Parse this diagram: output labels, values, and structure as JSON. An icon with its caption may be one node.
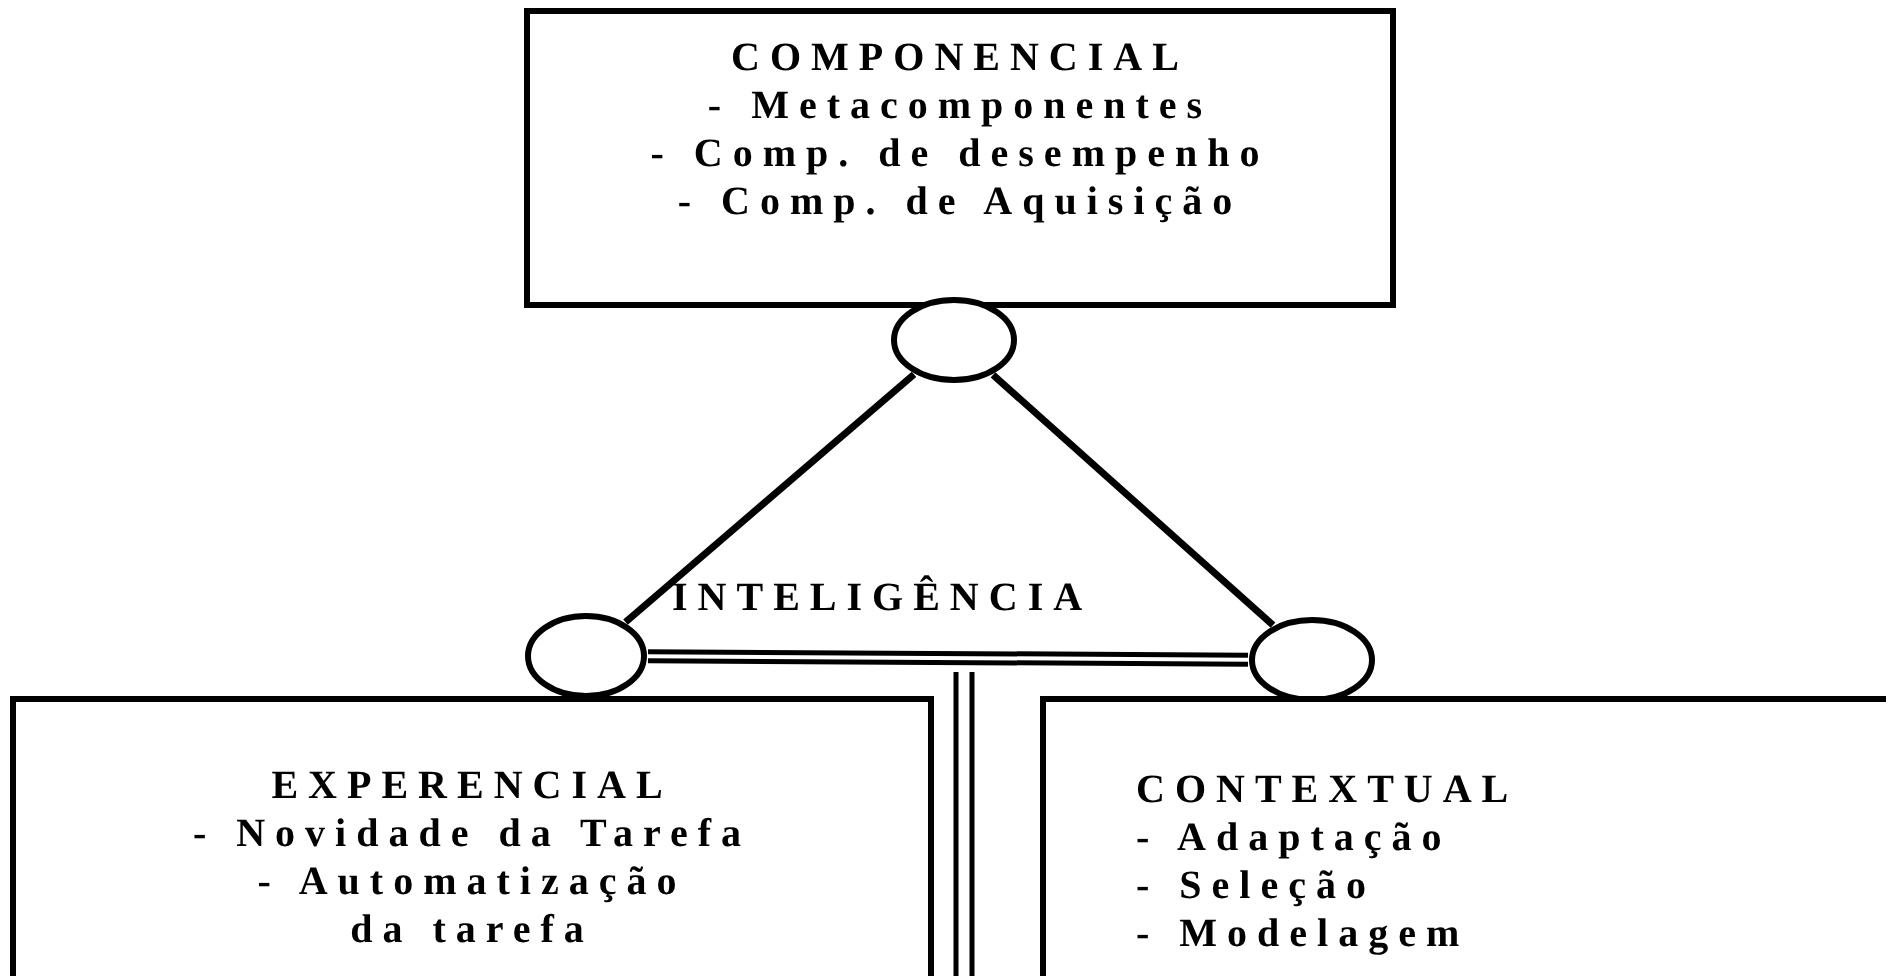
{
  "diagram": {
    "nodes": [
      {
        "text": [
          "COMPONENCIAL",
          "- Metacomponentes",
          "- Comp. de desempenho",
          "- Comp. de Aquisição"
        ]
      },
      {
        "text": [],
        "shape": "circle"
      },
      {
        "text": [],
        "shape": "circle"
      },
      {
        "text": [],
        "shape": "circle"
      },
      {
        "text": [
          "EXPERENCIAL",
          "- Novidade da Tarefa",
          "- Automatização da tarefa"
        ]
      },
      {
        "text": [
          "CONTEXTUAL",
          "- Adaptação",
          "- Seleção",
          "- Modelagem"
        ]
      }
    ],
    "edges": [
      {
        "from": 1,
        "to": 2,
        "arrow": "none"
      },
      {
        "from": 1,
        "to": 3,
        "arrow": "none"
      },
      {
        "from": 2,
        "to": 3,
        "arrow": "none",
        "style": "thick"
      }
    ],
    "labels": [
      "INTELIGÊNCIA"
    ]
  }
}
